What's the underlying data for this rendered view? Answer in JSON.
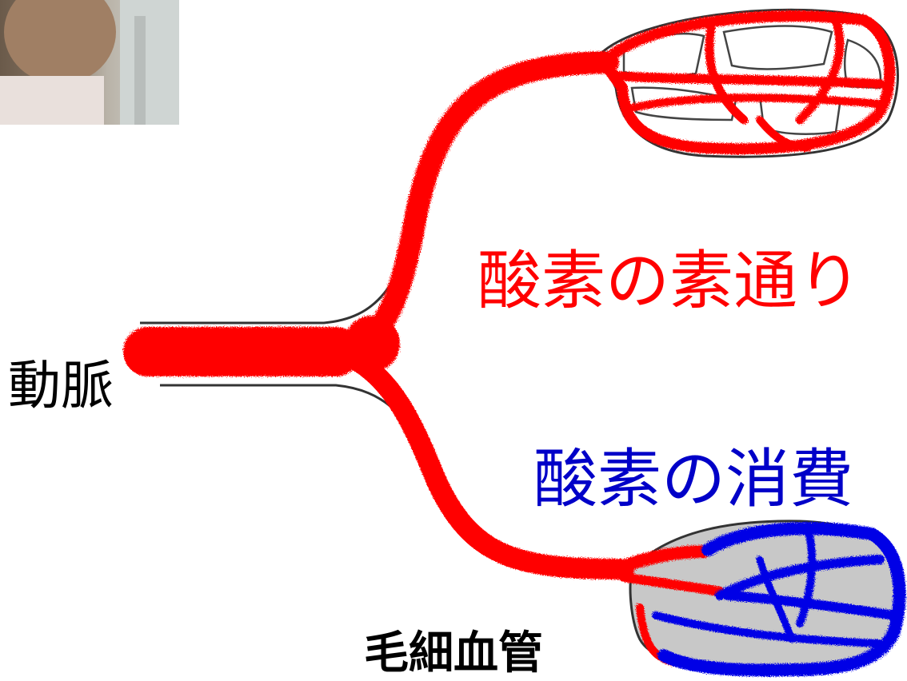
{
  "labels": {
    "artery": "動脈",
    "capillary": "毛細血管",
    "oxygen_pass_through": "酸素の素通り",
    "oxygen_consumption": "酸素の消費"
  },
  "colors": {
    "oxygenated_blood": "#ff0000",
    "deoxygenated_blood": "#0000e6",
    "vessel_outline": "#333333",
    "tissue": "#c8c8c8"
  },
  "video_inset": {
    "icon": "presenter-video-thumbnail"
  }
}
